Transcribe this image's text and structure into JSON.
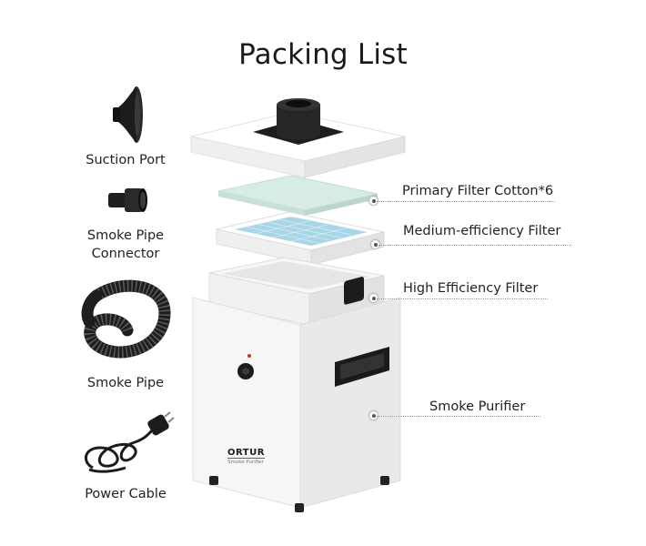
{
  "title": "Packing List",
  "accessories": [
    {
      "label_lines": [
        "Suction Port"
      ],
      "icon": "suction-port-icon"
    },
    {
      "label_lines": [
        "Smoke Pipe",
        "Connector"
      ],
      "icon": "pipe-connector-icon"
    },
    {
      "label_lines": [
        "Smoke Pipe"
      ],
      "icon": "smoke-pipe-icon"
    },
    {
      "label_lines": [
        "Power Cable"
      ],
      "icon": "power-cable-icon"
    }
  ],
  "components": [
    {
      "label": "Primary Filter Cotton*6"
    },
    {
      "label": "Medium-efficiency Filter"
    },
    {
      "label": "High Efficiency Filter"
    },
    {
      "label": "Smoke Purifier"
    }
  ],
  "brand": {
    "name": "ORTUR",
    "subtitle": "Smoke Purifier",
    "accent": "#c0392b"
  },
  "colors": {
    "housing": "#f4f4f4",
    "dark": "#1c1c1c",
    "filter_cotton": "#d8ece6",
    "filter_mesh": "#a9d6e6"
  }
}
